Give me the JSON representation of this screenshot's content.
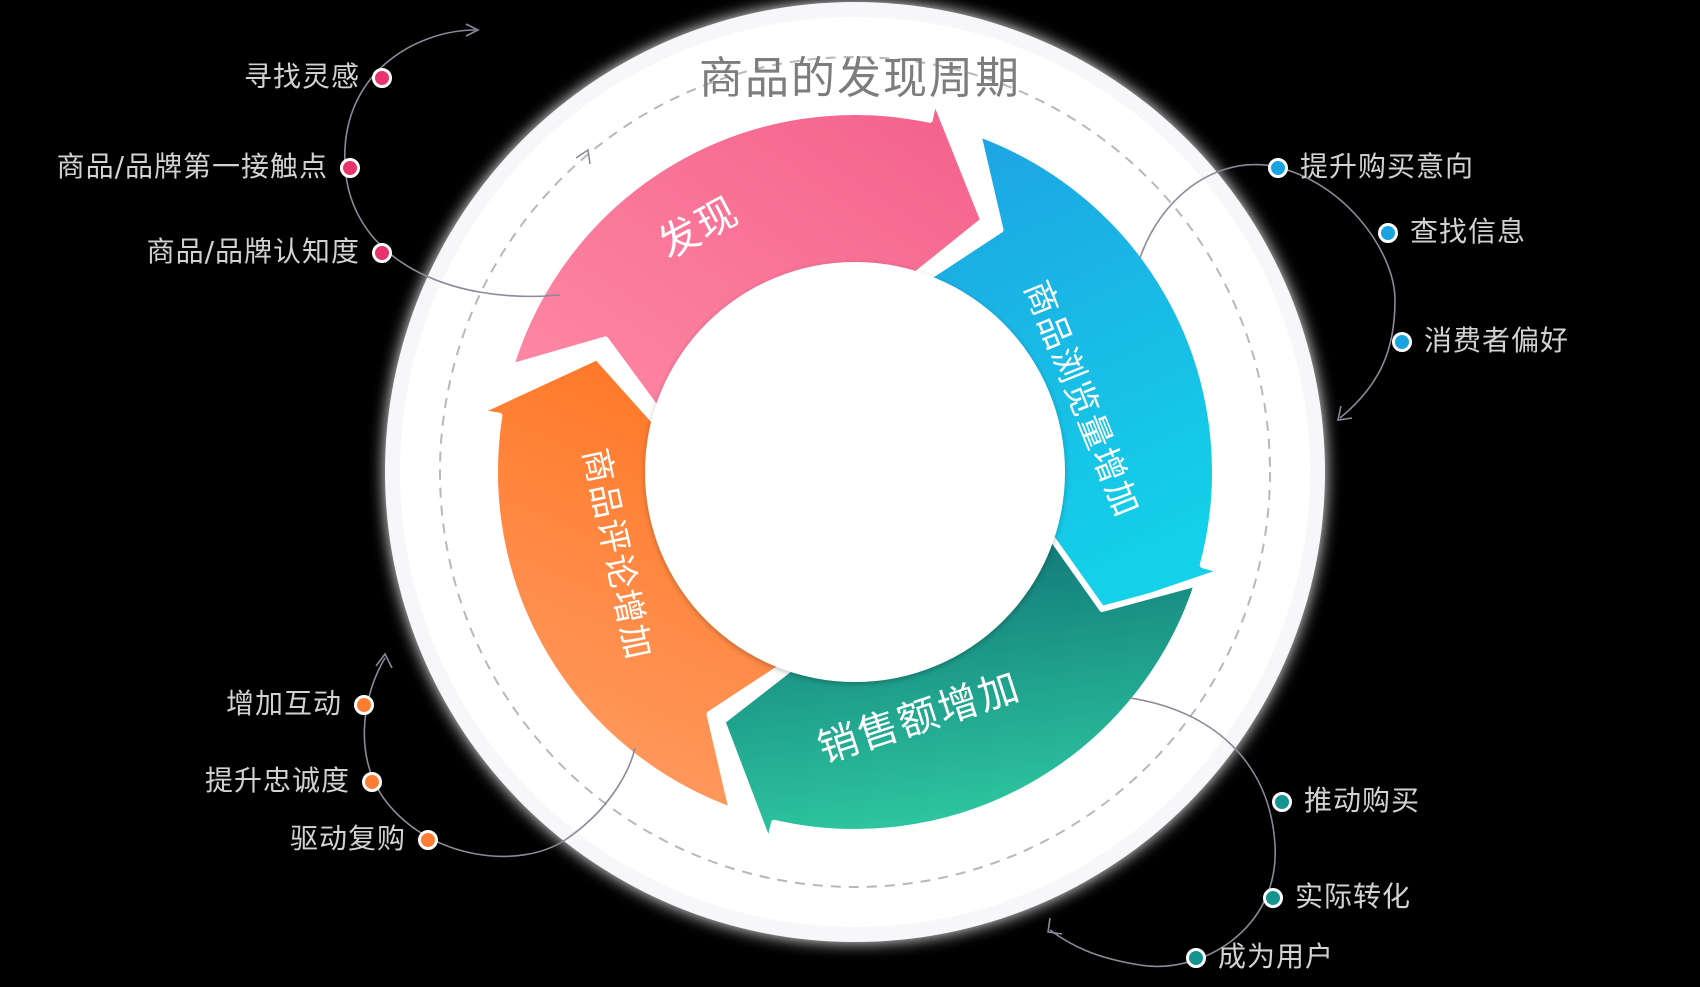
{
  "title": "商品的发现周期",
  "segments": [
    {
      "label": "发现",
      "color_start": "#ff8aa6",
      "color_end": "#f3608a"
    },
    {
      "label": "商品浏览量增加",
      "color_start": "#1ea2e3",
      "color_end": "#14d0e8"
    },
    {
      "label": "销售额增加",
      "color_start": "#0d6f73",
      "color_end": "#2ec7a0"
    },
    {
      "label": "商品评论增加",
      "color_start": "#ff7a2a",
      "color_end": "#ffa06a"
    }
  ],
  "groups": {
    "top_left": {
      "color": "#e8336d",
      "items": [
        "寻找灵感",
        "商品/品牌第一接触点",
        "商品/品牌认知度"
      ]
    },
    "right": {
      "color": "#1aa3e0",
      "items": [
        "提升购买意向",
        "查找信息",
        "消费者偏好"
      ]
    },
    "bottom_right": {
      "color": "#14938f",
      "items": [
        "推动购买",
        "实际转化",
        "成为用户"
      ]
    },
    "bottom_left": {
      "color": "#ff7d33",
      "items": [
        "增加互动",
        "提升忠诚度",
        "驱动复购"
      ]
    }
  }
}
